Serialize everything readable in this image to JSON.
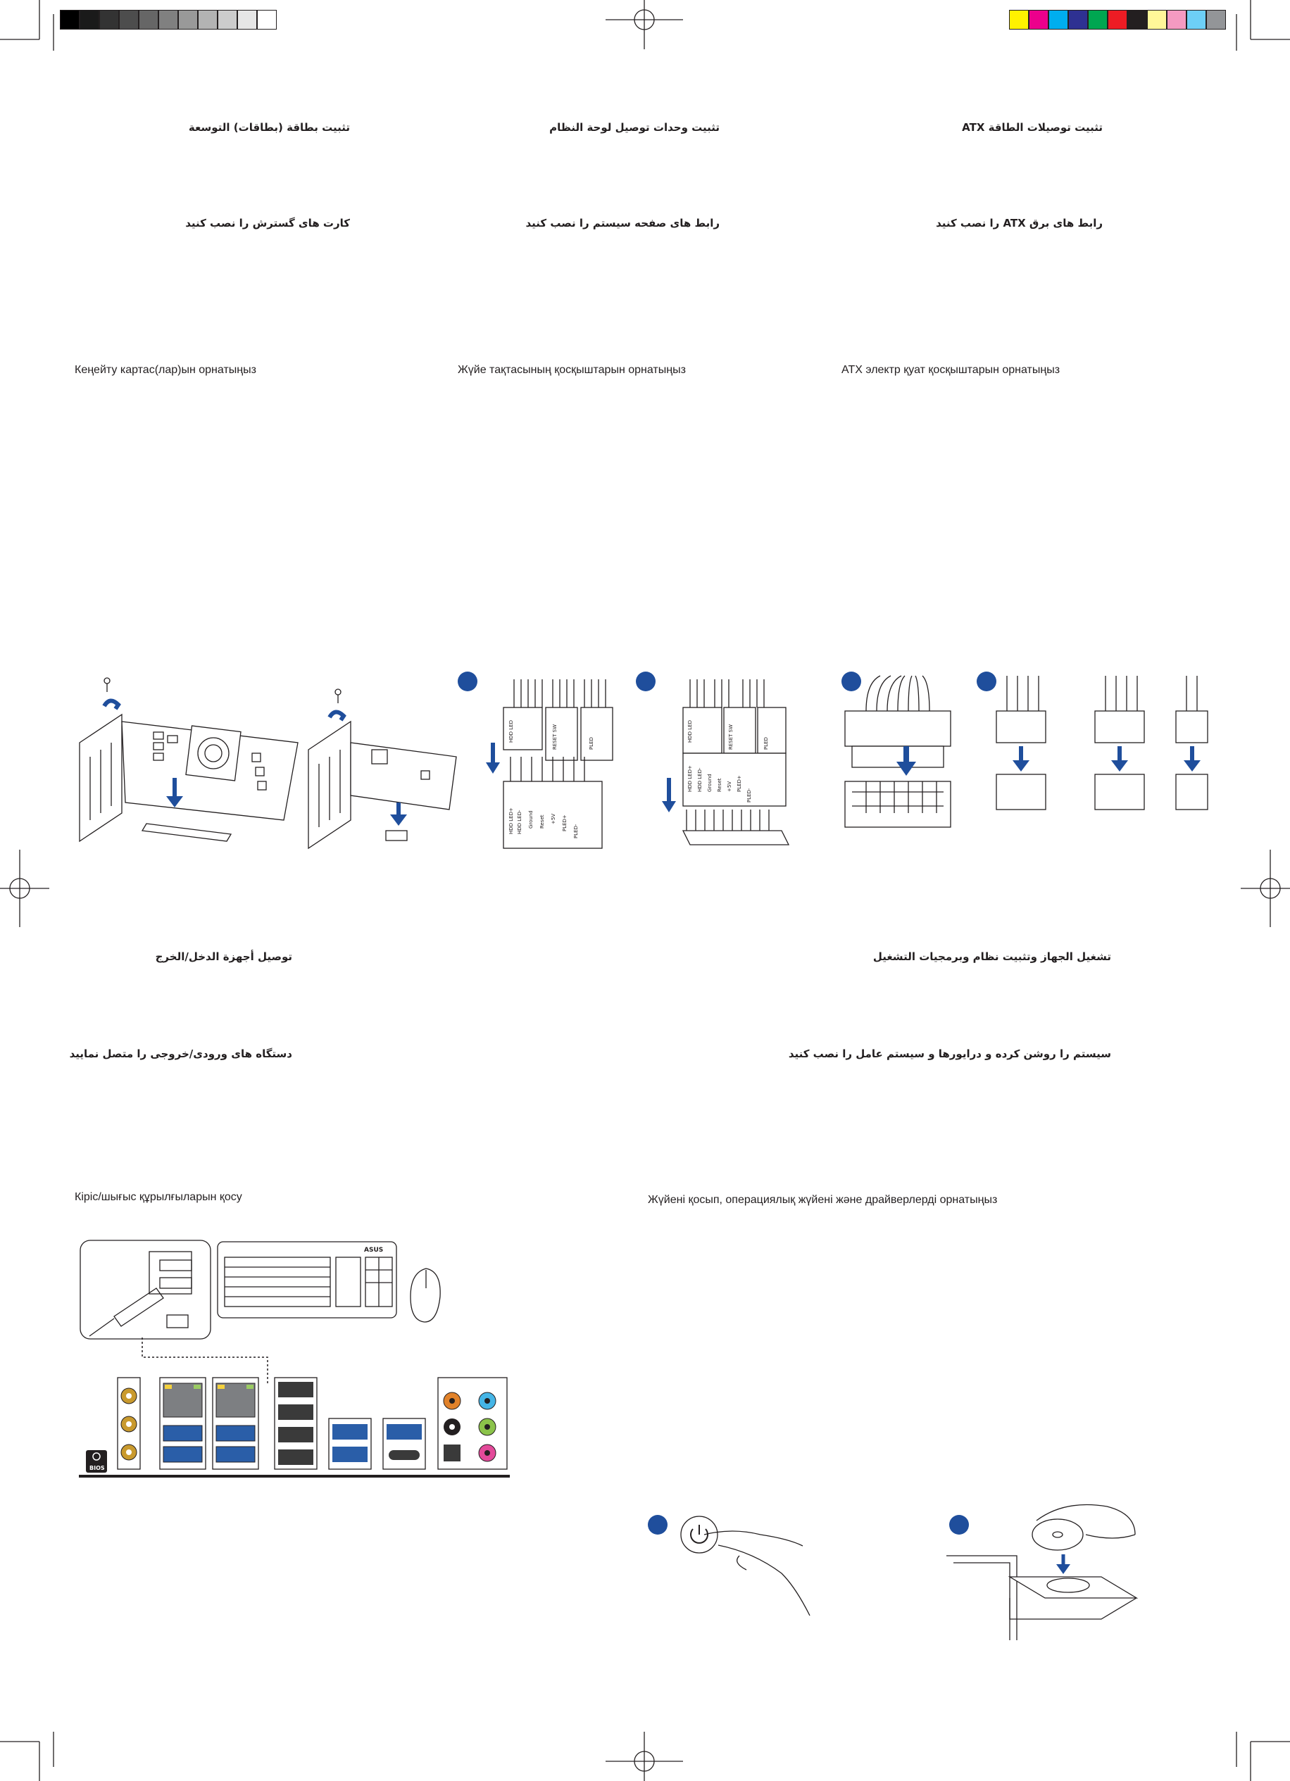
{
  "colors": {
    "gray_scale": [
      "#000000",
      "#1a1a1a",
      "#333333",
      "#4d4d4d",
      "#666666",
      "#808080",
      "#999999",
      "#b3b3b3",
      "#cccccc",
      "#e6e6e6",
      "#ffffff"
    ],
    "color_bar": [
      "#fff200",
      "#ec008c",
      "#00aeef",
      "#2e3192",
      "#00a651",
      "#ed1c24",
      "#231f20",
      "#fff799",
      "#f49ac1",
      "#6dcff6",
      "#939598"
    ],
    "accent": "#1f4e9c"
  },
  "sections": {
    "expansion": {
      "ar": "تثبيت بطاقة (بطاقات) التوسعة",
      "fa": "کارت های گسترش را نصب کنید",
      "kz": "Кеңейту картас(лар)ын орнатыңыз"
    },
    "system_panel": {
      "ar": "تثبيت وحدات توصيل لوحة النظام",
      "fa": "رابط های صفحه سیستم را نصب کنید",
      "kz": "Жүйе тақтасының қосқыштарын орнатыңыз",
      "step_labels": [
        "HDD LED",
        "RESET SW",
        "PLED"
      ],
      "pin_labels": [
        "HDD LED+",
        "HDD LED-",
        "Ground",
        "Reset",
        "+5V",
        "PLED+",
        "PLED-"
      ]
    },
    "atx": {
      "ar": "تثبيت توصيلات الطاقة ATX",
      "fa": "رابط های برق ATX را نصب کنید",
      "kz": "ATX электр қуат қосқыштарын орнатыңыз"
    },
    "io": {
      "ar": "توصيل أجهزة الدخل/الخرج",
      "fa": "دستگاه های ورودی/خروجی را متصل نمایید",
      "kz": "Кіріс/шығыс құрылғыларын қосу",
      "bios_label": "BIOS",
      "keyboard_logo": "ASUS"
    },
    "os": {
      "ar": "تشغيل الجهاز وتثبيت نظام وبرمجيات التشغيل",
      "fa": "سیستم را روشن کرده و درایورها و سیستم عامل را نصب کنید",
      "kz": "Жүйені қосып, операциялық жүйені және драйверлерді орнатыңыз"
    }
  }
}
